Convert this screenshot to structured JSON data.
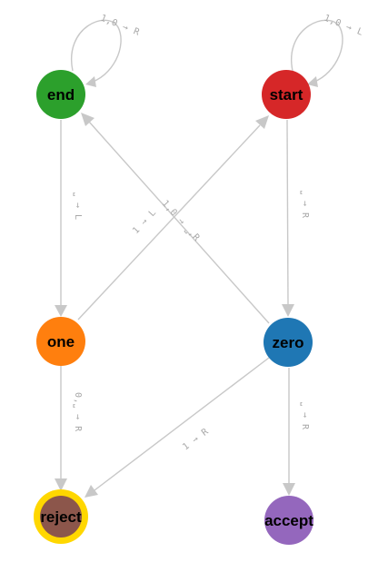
{
  "diagram": {
    "type": "state-machine",
    "states": {
      "end": {
        "label": "end",
        "color": "#2ca02c"
      },
      "start": {
        "label": "start",
        "color": "#d62728"
      },
      "one": {
        "label": "one",
        "color": "#ff7f0e"
      },
      "zero": {
        "label": "zero",
        "color": "#1f77b4"
      },
      "reject": {
        "label": "reject",
        "color": "#8c564b",
        "ring_color": "#ffd700"
      },
      "accept": {
        "label": "accept",
        "color": "#9467bd"
      }
    },
    "transitions": {
      "end_loop": "1,0 → R",
      "start_loop": "1,0 → L",
      "end_to_one": "⎵ → L",
      "start_to_zero": "⎵ → R",
      "zero_to_end": "1,0 → ⎵,R",
      "one_to_start": "1 → L",
      "one_to_reject": "0,⎵ → R",
      "zero_to_reject": "1 → R",
      "zero_to_accept": "⎵ → R"
    }
  }
}
